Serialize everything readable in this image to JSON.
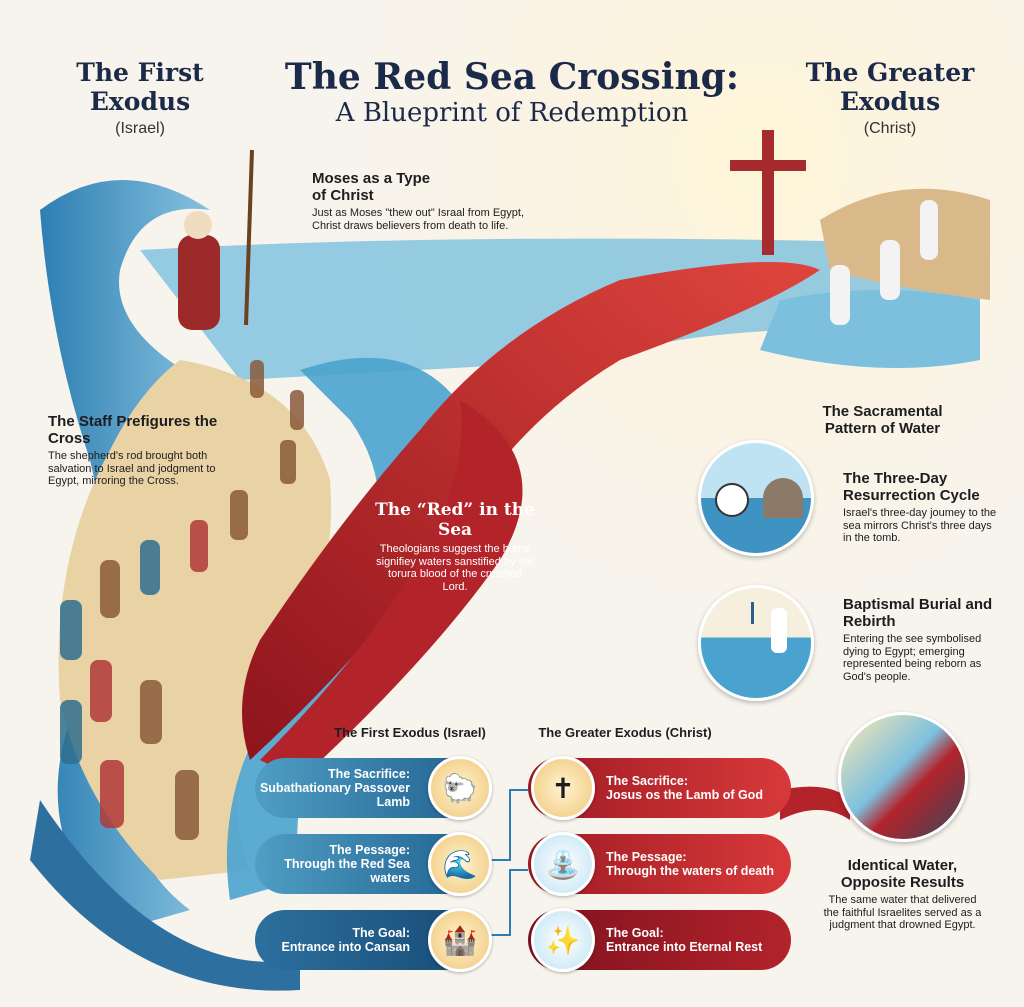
{
  "title": {
    "main": "The Red Sea Crossing:",
    "subtitle": "A Blueprint of Redemption"
  },
  "left_header": {
    "title": "The First Exodus",
    "sub": "(Israel)"
  },
  "right_header": {
    "title": "The Greater Exodus",
    "sub": "(Christ)"
  },
  "moses": {
    "heading": "Moses as a Type of Christ",
    "body": "Just as Moses \"thew out\" Israal from Egypt, Christ draws believers from death to life."
  },
  "staff": {
    "heading": "The Staff Prefigures the Cross",
    "body": "The shepherd's rod brought both salvation to Israel and jodgment to Egypt, mirroring the Cross."
  },
  "red": {
    "heading": "The “Red” in the Sea",
    "body": "Theologians suggest the home signifiey waters sanstified by the torura blood of the crustfied Lord."
  },
  "sacramental": {
    "heading": "The Sacramental Pattern of Water",
    "items": [
      {
        "heading": "The Three-Day Resurrection Cycle",
        "body": "Israel's three-day joumey to the sea mirrors Christ's three days in the tomb.",
        "icon": "clock-tomb-icon"
      },
      {
        "heading": "Baptismal Burial and Rebirth",
        "body": "Entering the see symbolised dying to Egypt; emerging represented being reborn as God's people.",
        "icon": "baptism-icon"
      }
    ]
  },
  "comparison": {
    "left_header": "The First Exodus (Israel)",
    "right_header": "The Greater Exodus (Christ)",
    "left": [
      {
        "label": "The Sacrifice:",
        "text": "Subathationary Passover Lamb",
        "icon": "lamb-icon"
      },
      {
        "label": "The Pessage:",
        "text": "Through the Red Sea waters",
        "icon": "wave-icon"
      },
      {
        "label": "The Goal:",
        "text": "Entrance into Cansan",
        "icon": "city-path-icon"
      }
    ],
    "right": [
      {
        "label": "The Sacrifice:",
        "text": "Josus os the Lamb of God",
        "icon": "cross-lamb-icon"
      },
      {
        "label": "The Pessage:",
        "text": "Through the waters of death",
        "icon": "font-cross-icon"
      },
      {
        "label": "The Goal:",
        "text": "Entrance into Eternal Rest",
        "icon": "heavenly-city-icon"
      }
    ]
  },
  "identical": {
    "heading": "Identical Water, Opposite Results",
    "body": "The same water that delivered the faithful Israelites served as a judgment that drowned Egypt."
  },
  "colors": {
    "blue": "#1f5f8e",
    "red": "#b3232a",
    "navy": "#1b2a48"
  }
}
